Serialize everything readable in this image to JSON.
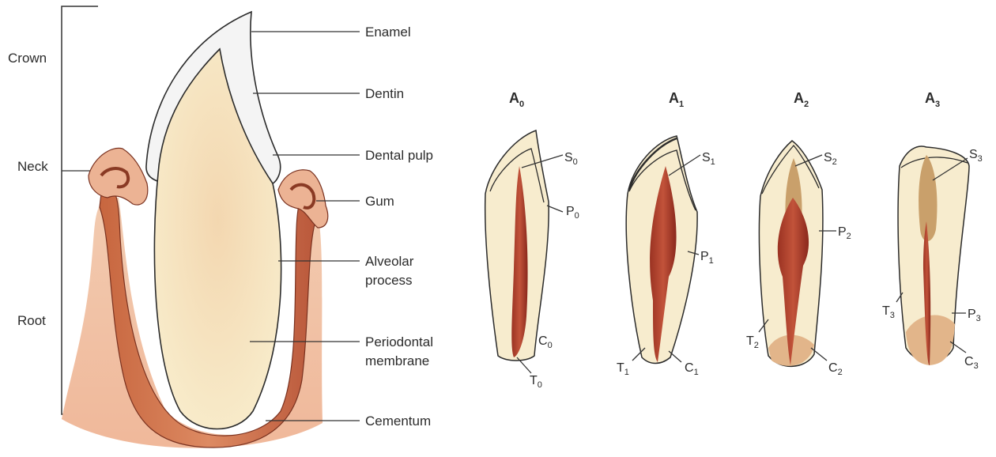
{
  "left_diagram": {
    "regions": {
      "crown": "Crown",
      "neck": "Neck",
      "root": "Root"
    },
    "labels": {
      "enamel": "Enamel",
      "dentin": "Dentin",
      "dental_pulp": "Dental pulp",
      "gum": "Gum",
      "alveolar_1": "Alveolar",
      "alveolar_2": "process",
      "periodontal_1": "Periodontal",
      "periodontal_2": "membrane",
      "cementum": "Cementum"
    }
  },
  "stages": [
    {
      "head": "A",
      "head_sub": "0",
      "s": "S",
      "s_sub": "0",
      "p": "P",
      "p_sub": "0",
      "c": "C",
      "c_sub": "0",
      "t": "T",
      "t_sub": "0"
    },
    {
      "head": "A",
      "head_sub": "1",
      "s": "S",
      "s_sub": "1",
      "p": "P",
      "p_sub": "1",
      "c": "C",
      "c_sub": "1",
      "t": "T",
      "t_sub": "1"
    },
    {
      "head": "A",
      "head_sub": "2",
      "s": "S",
      "s_sub": "2",
      "p": "P",
      "p_sub": "2",
      "c": "C",
      "c_sub": "2",
      "t": "T",
      "t_sub": "2"
    },
    {
      "head": "A",
      "head_sub": "3",
      "s": "S",
      "s_sub": "3",
      "p": "P",
      "p_sub": "3",
      "c": "C",
      "c_sub": "3",
      "t": "T",
      "t_sub": "3"
    }
  ],
  "colors": {
    "dentin": "#f6e9c2",
    "enamel": "#f2f2f2",
    "gum_tissue": "#efbc9a",
    "membrane": "#b85a38",
    "pulp": "#8f2a1e",
    "secondary_dentin": "#c9a06b"
  }
}
